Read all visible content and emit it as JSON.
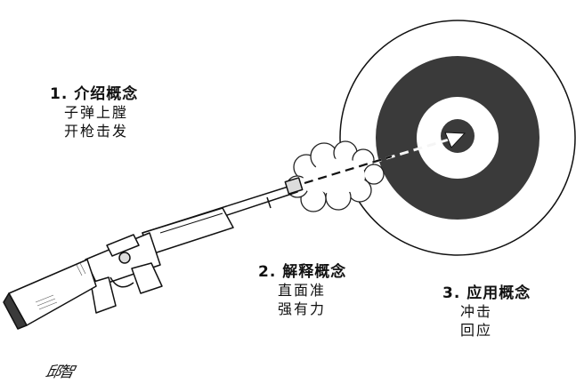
{
  "steps": [
    {
      "title": "1. 介绍概念",
      "lines": [
        "子弹上膛",
        "开枪击发"
      ]
    },
    {
      "title": "2. 解释概念",
      "lines": [
        "直面准",
        "强有力"
      ]
    },
    {
      "title": "3. 应用概念",
      "lines": [
        "冲击",
        "回应"
      ]
    }
  ],
  "signature": "邱智",
  "colors": {
    "ink": "#111111",
    "target_dark": "#3a3a3a",
    "paper": "#ffffff"
  },
  "icons": [
    "rifle-icon",
    "target-icon",
    "smoke-icon",
    "bullet-trail-icon"
  ]
}
